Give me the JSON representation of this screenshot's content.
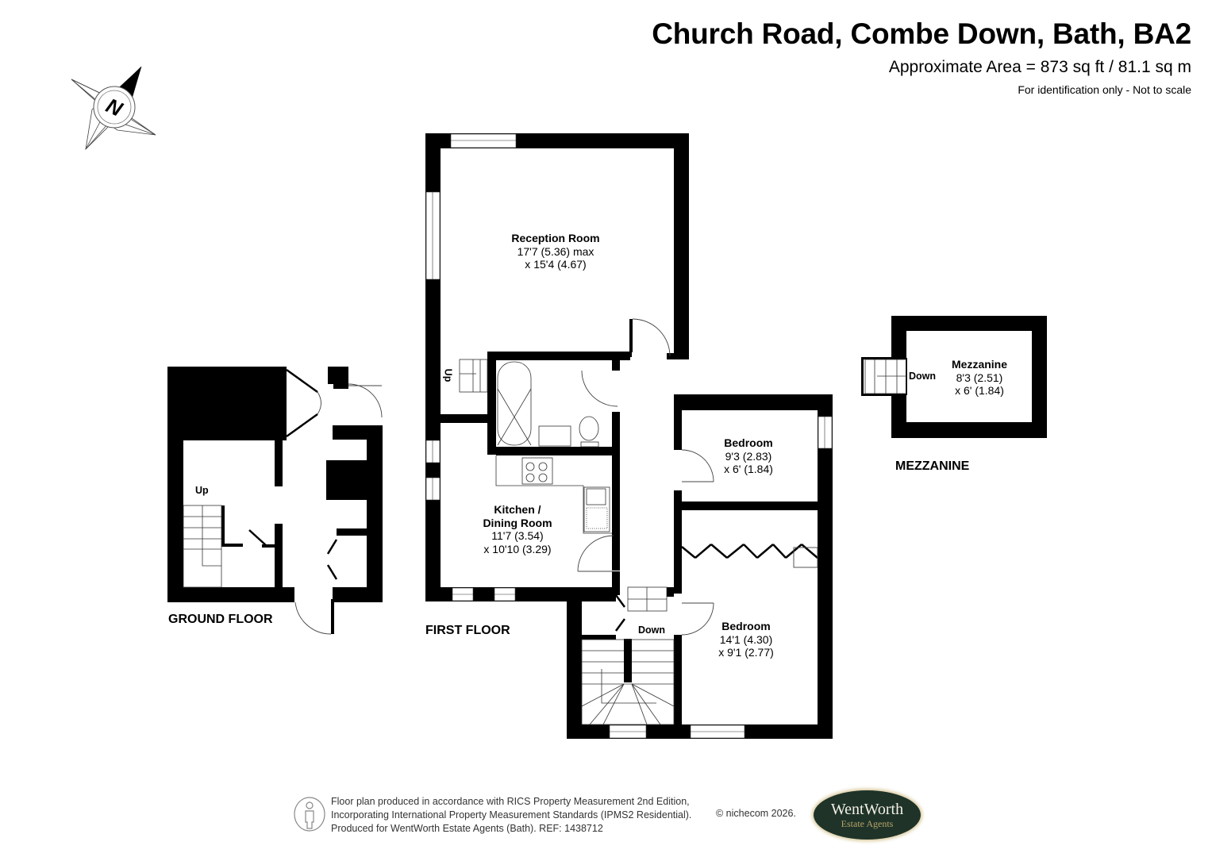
{
  "header": {
    "title": "Church Road, Combe Down, Bath, BA2",
    "area": "Approximate Area = 873 sq ft / 81.1 sq m",
    "disclaimer": "For identification only - Not to scale"
  },
  "compass": {
    "icon": "north-compass-icon",
    "label": "N"
  },
  "floors": {
    "ground": {
      "label": "GROUND FLOOR",
      "stairs_label": "Up"
    },
    "first": {
      "label": "FIRST FLOOR",
      "stairs_up_label": "Up",
      "stairs_down_label": "Down",
      "rooms": [
        {
          "name": "Reception Room",
          "dim1": "17'7 (5.36) max",
          "dim2": "x 15'4 (4.67)"
        },
        {
          "name": "Kitchen /",
          "name2": "Dining Room",
          "dim1": "11'7 (3.54)",
          "dim2": "x 10'10 (3.29)"
        },
        {
          "name": "Bedroom",
          "dim1": "9'3 (2.83)",
          "dim2": "x 6' (1.84)"
        },
        {
          "name": "Bedroom",
          "dim1": "14'1 (4.30)",
          "dim2": "x 9'1 (2.77)"
        }
      ]
    },
    "mezzanine": {
      "label": "MEZZANINE",
      "stairs_label": "Down",
      "room": {
        "name": "Mezzanine",
        "dim1": "8'3 (2.51)",
        "dim2": "x 6' (1.84)"
      }
    }
  },
  "footer": {
    "icon": "ipms-person-icon",
    "lines": [
      "Floor plan produced in accordance with RICS Property Measurement 2nd Edition,",
      "Incorporating International Property Measurement Standards (IPMS2 Residential).",
      "Produced for WentWorth Estate Agents (Bath).   REF:  1438712"
    ],
    "copyright": "© nichecom 2026.",
    "logo": {
      "line1": "WentWorth",
      "line2": "Estate Agents",
      "bg": "#1f3328",
      "accent": "#b9a46a"
    }
  }
}
